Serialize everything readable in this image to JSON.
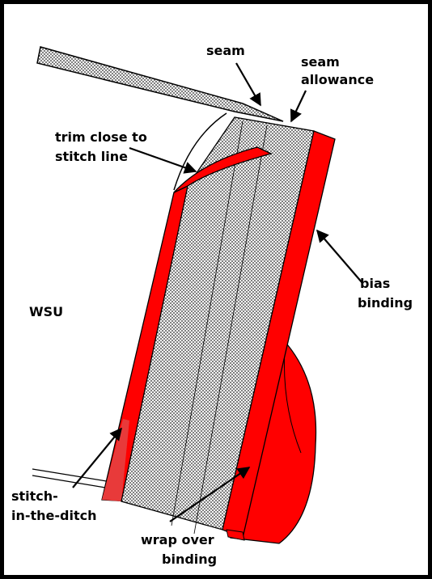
{
  "labels": {
    "seam": "seam",
    "seam_allowance_1": "seam",
    "seam_allowance_2": "allowance",
    "trim_1": "trim close to",
    "trim_2": "stitch line",
    "bias_1": "bias",
    "bias_2": "binding",
    "wsu": "WSU",
    "stitch_1": "stitch-",
    "stitch_2": "in-the-ditch",
    "wrap_1": "wrap over",
    "wrap_2": "binding"
  },
  "colors": {
    "binding_red": "#ff0000",
    "outline": "#000000",
    "fabric_dots": "#222222"
  }
}
